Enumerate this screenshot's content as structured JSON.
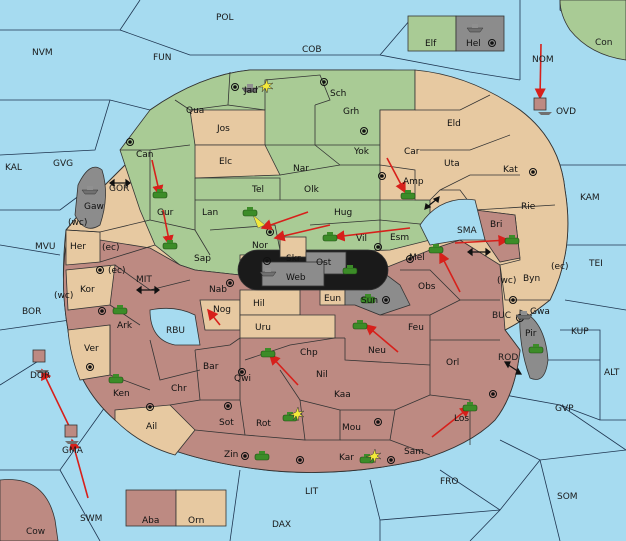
{
  "colors": {
    "sea": "#a6dbf0",
    "land_north": "#a9cb95",
    "land_south": "#bd8a82",
    "land_neutral": "#e7c9a1",
    "grey": "#8c8c8c",
    "order_arrow": "#d7201b",
    "unit_army": "#3c8c28",
    "center_marker": "#111111",
    "disc_black": "#1a1a1a"
  },
  "icons": {
    "army": "tank-icon",
    "fleet": "ship-icon",
    "supply_center": "dot-in-circle",
    "support": "double-arrow",
    "damage": "starburst"
  },
  "seas": {
    "POL": "POL",
    "NVM": "NVM",
    "FUN": "FUN",
    "COB": "COB",
    "NOM": "NOM",
    "Con": "Con",
    "KAL": "KAL",
    "GVG": "GVG",
    "GOR": "GOR",
    "MVU": "MVU",
    "BOR": "BOR",
    "MIT": "MIT",
    "RBU": "RBU",
    "SMA": "SMA",
    "KAM": "KAM",
    "TEI": "TEI",
    "BUC": "BUC",
    "KUP": "KUP",
    "ROD": "ROD",
    "ALT": "ALT",
    "GVP": "GVP",
    "FRO": "FRO",
    "SOM": "SOM",
    "LIT": "LIT",
    "DAX": "DAX",
    "SWM": "SWM",
    "Cow": "Cow",
    "OVD": "OVD",
    "DOR": "DOR",
    "GMA": "GMA"
  },
  "provinces": {
    "Elf": "Elf",
    "Hel": "Hel",
    "Jad": "Jad",
    "Sch": "Sch",
    "Qua": "Qua",
    "Jos": "Jos",
    "Grh": "Grh",
    "Can": "Can",
    "Elc": "Elc",
    "Nar": "Nar",
    "Yok": "Yok",
    "Car": "Car",
    "Eld": "Eld",
    "Uta": "Uta",
    "Kat": "Kat",
    "Tel": "Tel",
    "Olk": "Olk",
    "Amp": "Amp",
    "Gaw": "Gaw",
    "Gur": "Gur",
    "Lan": "Lan",
    "Hug": "Hug",
    "Rie": "Rie",
    "Bri": "Bri",
    "Her": "Her",
    "Nor": "Nor",
    "Vil": "Vil",
    "Esm": "Esm",
    "Sap": "Sap",
    "Skr": "Skr",
    "Ost": "Ost",
    "Web": "Web",
    "Mel": "Mel",
    "Byn": "Byn",
    "Kor": "Kor",
    "Nab": "Nab",
    "Hil": "Hil",
    "Eun": "Eun",
    "Sun": "Sun",
    "Obs": "Obs",
    "Gwa": "Gwa",
    "Ark": "Ark",
    "Nog": "Nog",
    "Uru": "Uru",
    "Feu": "Feu",
    "Pir": "Pir",
    "Ver": "Ver",
    "Chp": "Chp",
    "Neu": "Neu",
    "Bar": "Bar",
    "Qwi": "Qwi",
    "Nil": "Nil",
    "Orl": "Orl",
    "Ken": "Ken",
    "Chr": "Chr",
    "Kaa": "Kaa",
    "Ail": "Ail",
    "Sot": "Sot",
    "Rot": "Rot",
    "Mou": "Mou",
    "Los": "Los",
    "Zin": "Zin",
    "Kar": "Kar",
    "Sam": "Sam",
    "Aba": "Aba",
    "Orn": "Orn"
  },
  "coasts": {
    "her_wc": "(wc)",
    "her_ec": "(ec)",
    "kor_ec": "(ec)",
    "kor_wc": "(wc)",
    "byn_ec": "(ec)",
    "gwa_wc": "(wc)"
  }
}
